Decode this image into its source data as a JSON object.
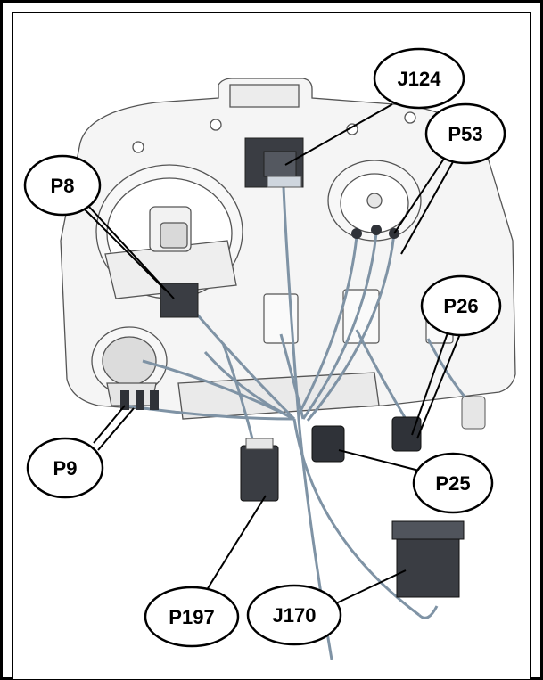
{
  "diagram": {
    "callouts": [
      {
        "id": "J124",
        "label": "J124"
      },
      {
        "id": "P53",
        "label": "P53"
      },
      {
        "id": "P8",
        "label": "P8"
      },
      {
        "id": "P26",
        "label": "P26"
      },
      {
        "id": "P9",
        "label": "P9"
      },
      {
        "id": "P25",
        "label": "P25"
      },
      {
        "id": "P197",
        "label": "P197"
      },
      {
        "id": "J170",
        "label": "J170"
      }
    ],
    "colors": {
      "frame": "#000000",
      "panel_fill": "#f4f4f4",
      "panel_stroke": "#555555",
      "wire": "#7f93a5",
      "connector_dark": "#2f3238",
      "connector_light": "#e6e6e6"
    }
  }
}
